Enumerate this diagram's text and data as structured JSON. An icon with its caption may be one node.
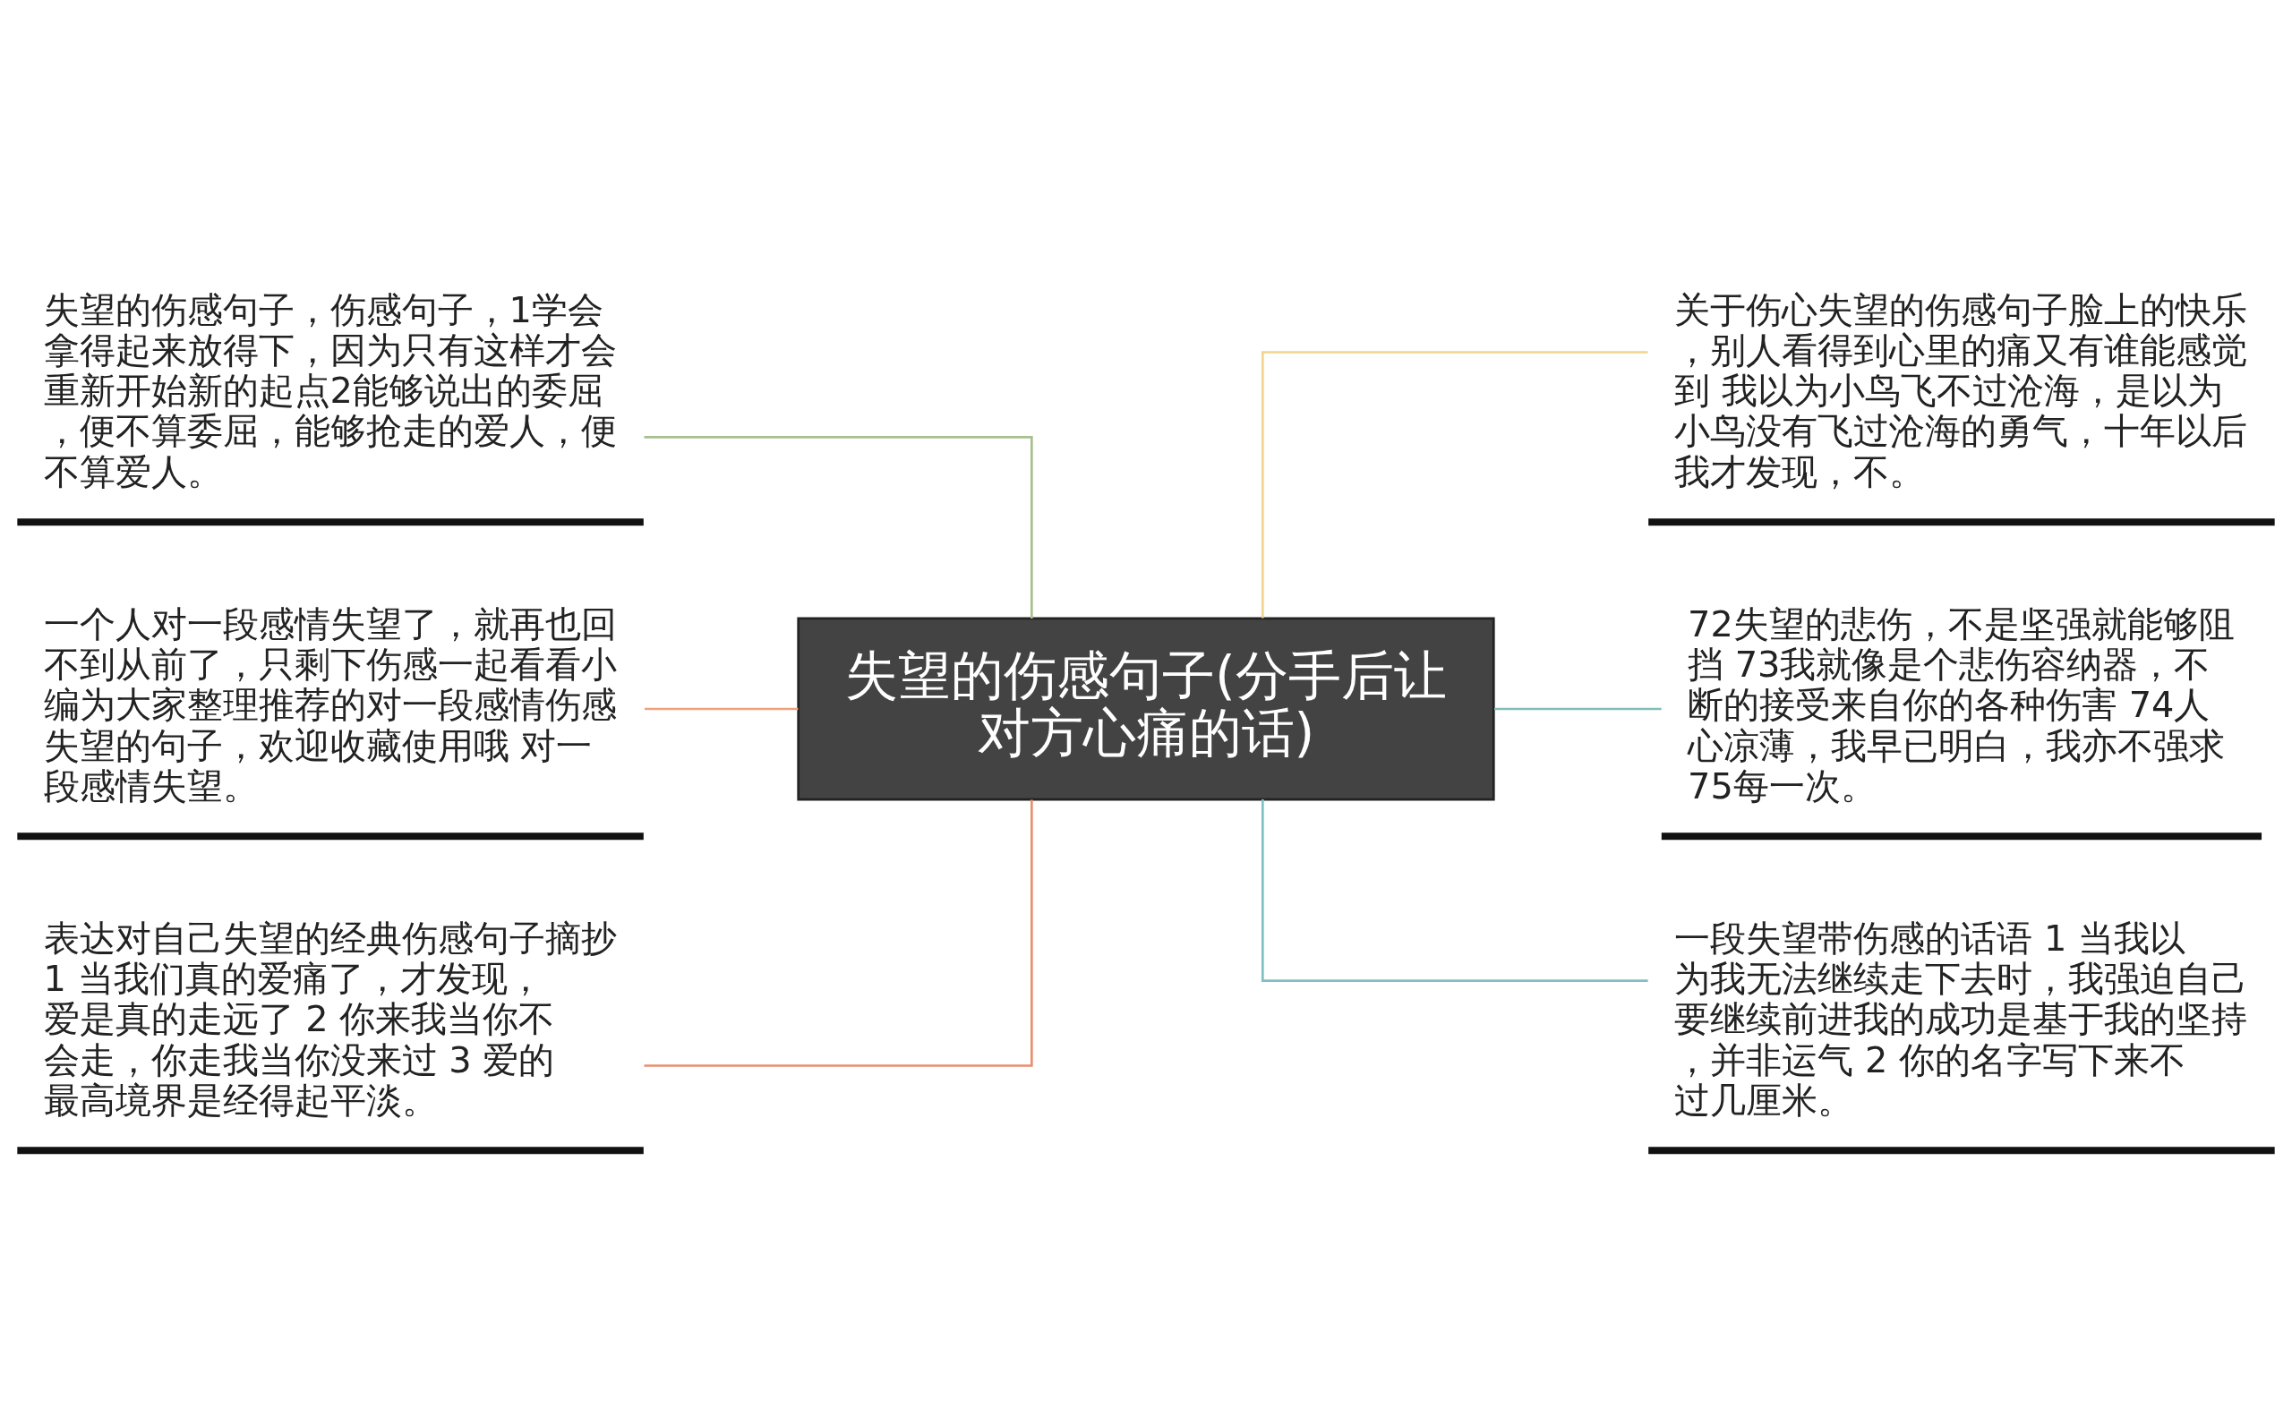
{
  "diagram": {
    "nodes": [
      {
        "text": [
          "失望的伤感句子(分手后让对方心痛的话)"
        ]
      },
      {
        "text": [
          "失望的伤感句子，伤感句子，1学会拿得起来放得下，因为只有这样才会重新开始新的起点2能够说出的委屈，便不算委屈，能够抢走的爱人，便不算爱人。"
        ]
      },
      {
        "text": [
          "一个人对一段感情失望了，就再也回不到从前了，只剩下伤感一起看看小编为大家整理推荐的对一段感情伤感失望的句子，欢迎收藏使用哦 对一段感情失望。"
        ]
      },
      {
        "text": [
          "表达对自己失望的经典伤感句子摘抄 1 当我们真的爱痛了，才发现，爱是真的走远了 2 你来我当你不会走，你走我当你没来过 3 爱的最高境界是经得起平淡。"
        ]
      },
      {
        "text": [
          "关于伤心失望的伤感句子脸上的快乐，别人看得到心里的痛又有谁能感觉到 我以为小鸟飞不过沧海，是以为小鸟没有飞过沧海的勇气，十年以后我才发现，不。"
        ]
      },
      {
        "text": [
          "72失望的悲伤，不是坚强就能够阻挡 73我就像是个悲伤容纳器，不断的接受来自你的各种伤害 74人心凉薄，我早已明白，我亦不强求 75每一次。"
        ]
      },
      {
        "text": [
          "一段失望带伤感的话语 1 当我以为我无法继续走下去时，我强迫自己要继续前进我的成功是基于我的坚持，并非运气 2 你的名字写下来不过几厘米。"
        ]
      }
    ],
    "edges": [
      {
        "from": 0,
        "to": 1,
        "arrow": "none",
        "color": "#a8bf8e"
      },
      {
        "from": 0,
        "to": 2,
        "arrow": "none",
        "color": "#f0a27c"
      },
      {
        "from": 0,
        "to": 3,
        "arrow": "none",
        "color": "#e8906e"
      },
      {
        "from": 0,
        "to": 4,
        "arrow": "none",
        "color": "#f2d58c"
      },
      {
        "from": 0,
        "to": 5,
        "arrow": "none",
        "color": "#7fbfb8"
      },
      {
        "from": 0,
        "to": 6,
        "arrow": "none",
        "color": "#7fc0c4"
      }
    ]
  }
}
